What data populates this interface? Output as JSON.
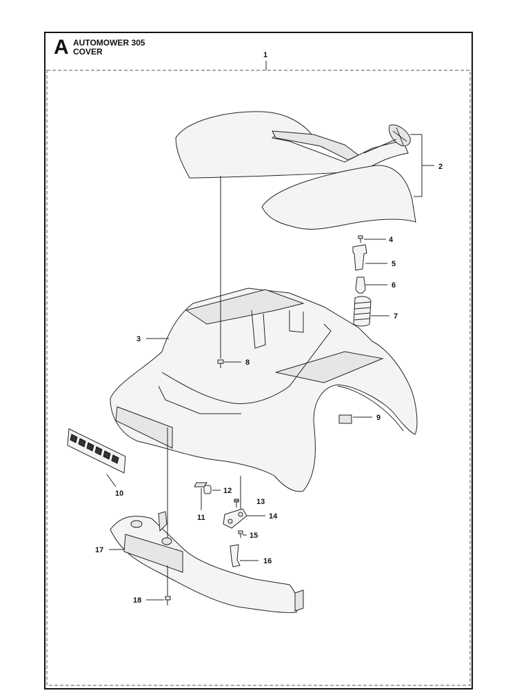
{
  "header": {
    "section_letter": "A",
    "title_line1": "AUTOMOWER 305",
    "title_line2": "COVER"
  },
  "callouts": [
    {
      "id": "1",
      "text": "1"
    },
    {
      "id": "2",
      "text": "2"
    },
    {
      "id": "3",
      "text": "3"
    },
    {
      "id": "4",
      "text": "4"
    },
    {
      "id": "5",
      "text": "5"
    },
    {
      "id": "6",
      "text": "6"
    },
    {
      "id": "7",
      "text": "7"
    },
    {
      "id": "8",
      "text": "8"
    },
    {
      "id": "9",
      "text": "9"
    },
    {
      "id": "10",
      "text": "10"
    },
    {
      "id": "11",
      "text": "11"
    },
    {
      "id": "12",
      "text": "12"
    },
    {
      "id": "13",
      "text": "13"
    },
    {
      "id": "14",
      "text": "14"
    },
    {
      "id": "15",
      "text": "15"
    },
    {
      "id": "16",
      "text": "16"
    },
    {
      "id": "17",
      "text": "17"
    },
    {
      "id": "18",
      "text": "18"
    }
  ]
}
